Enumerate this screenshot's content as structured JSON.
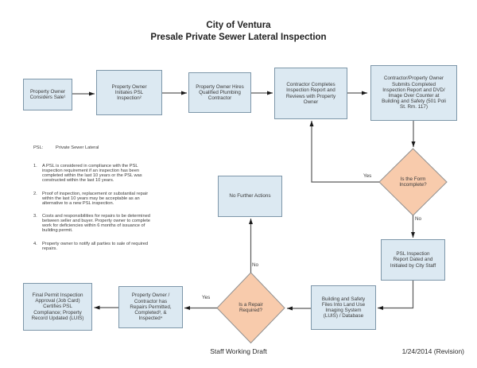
{
  "title": {
    "line1": "City of Ventura",
    "line2": "Presale Private Sewer Lateral Inspection"
  },
  "legend": {
    "abbr": "PSL:",
    "definition": "Private Sewer Lateral"
  },
  "notes": [
    {
      "num": "1.",
      "text": "A PSL is considered in compliance with the PSL\ninspection requirement if an inspection has been\ncompleted within the last 10 years or the PSL was\nconstructed within the last 10 years."
    },
    {
      "num": "2.",
      "text": "Proof of inspection, replacement or substantial repair\nwithin the last 10 years may be acceptable as an\nalternative to a new PSL inspection."
    },
    {
      "num": "3.",
      "text": "Costs and responsibilities for repairs to be determined\nbetween seller and buyer. Property owner to complete\nwork for deficiencies within 6 months of issuance of\nbuilding permit."
    },
    {
      "num": "4.",
      "text": "Property owner to notify all parties to sale of required\nrepairs."
    }
  ],
  "boxes": {
    "considers_sale": "Property Owner\nConsiders Sale¹",
    "initiates_psl": "Property Owner\nInitiates PSL\nInspection²",
    "hires_contractor": "Property Owner Hires\nQualified Plumbing\nContractor",
    "contractor_completes": "Contractor Completes\nInspection Report and\nReviews with Property\nOwner",
    "submits_report": "Contractor/Property Owner\nSubmits Completed\nInspection Report and DVD/\nImage Over Counter at\nBuilding and Safety (501 Poli\nSt. Rm. 117)",
    "no_further_actions": "No Further Actions",
    "psl_report_dated": "PSL Inspection\nReport Dated and\nInitialed by City Staff",
    "building_safety_files": "Building and Safety\nFiles Into Land Use\nImaging System\n(LUIS) / Database",
    "repairs_permitted": "Property Owner /\nContractor has\nRepairs Permitted,\nCompleted³, &\nInspected⁴",
    "final_permit": "Final Permit Inspection\nApproval (Job Card)\nCertifies PSL\nCompliance; Property\nRecord Updated (LUIS)"
  },
  "diamonds": {
    "form_incomplete": "Is the Form\nIncomplete?",
    "repair_required": "Is a Repair\nRequired?"
  },
  "branch_labels": {
    "form_incomplete_yes": "Yes",
    "form_incomplete_no": "No",
    "repair_required_no": "No",
    "repair_required_yes": "Yes"
  },
  "footer": {
    "center": "Staff Working Draft",
    "right": "1/24/2014 (Revision)"
  },
  "colors": {
    "box_fill": "#dce9f2",
    "box_border": "#7d96a9",
    "diamond_fill": "#f8cbac",
    "diamond_border": "#909090",
    "line": "#5a5a5a",
    "arrow": "#1a1a1a",
    "text": "#3a3a3a"
  }
}
